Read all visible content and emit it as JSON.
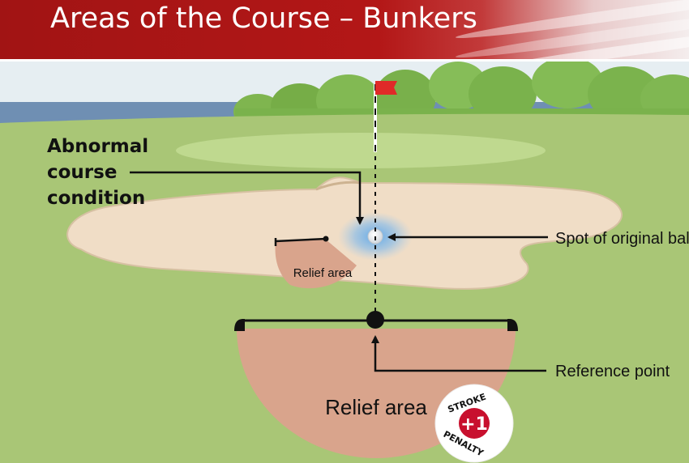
{
  "slide": {
    "title": "Areas of the Course – Bunkers"
  },
  "diagram": {
    "abnormal_label": [
      "Abnormal",
      "course",
      "condition"
    ],
    "spot_label": "Spot of original ball",
    "reference_label": "Reference point",
    "small_relief_label": "Relief area",
    "large_relief_label": "Relief area",
    "penalty_badge": {
      "top_word": "STROKE",
      "value": "+1",
      "bottom_word": "PENALTY"
    },
    "colors": {
      "header_red": "#b31717",
      "fairway": "#a9c676",
      "green": "#bfd98f",
      "sand": "#f0ddc6",
      "relief": "#d9a48c",
      "flag": "#e02a28",
      "badge_red": "#c8102e"
    }
  }
}
